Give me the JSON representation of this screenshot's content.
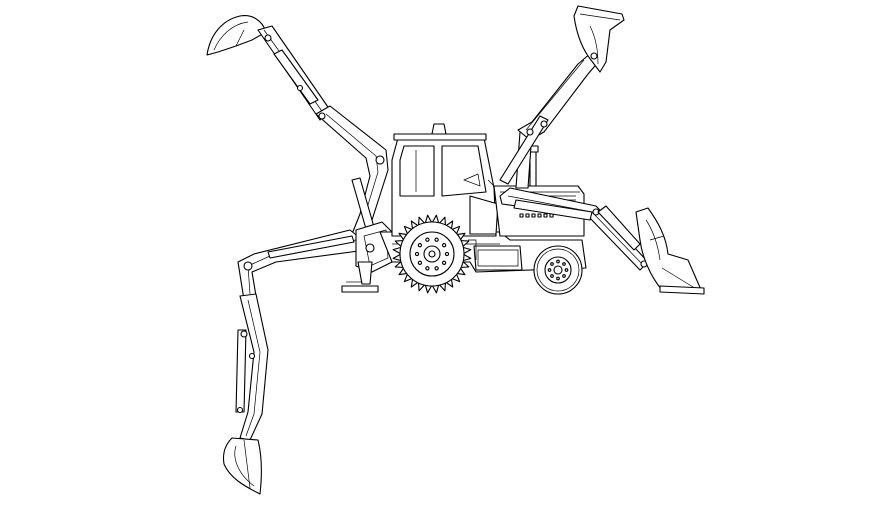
{
  "drawing": {
    "subject": "backhoe-loader-side-elevation",
    "background": "#ffffff",
    "line_color": "#000000",
    "views": [
      "backhoe-raised",
      "backhoe-lowered",
      "loader-raised",
      "loader-lowered"
    ]
  }
}
